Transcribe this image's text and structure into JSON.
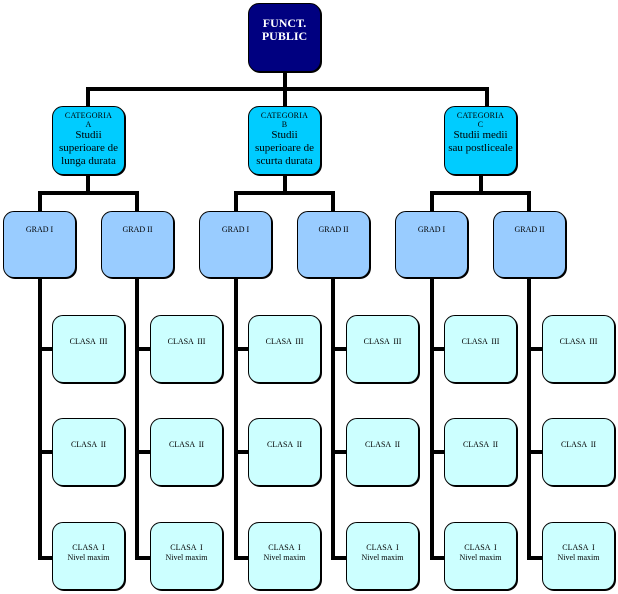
{
  "root": {
    "label_line1": "FUNCT.",
    "label_line2": "PUBLIC"
  },
  "categories": [
    {
      "code_line1": "CATEGORIA",
      "code_line2": "A",
      "desc_line1": "Studii",
      "desc_line2": "superioare de",
      "desc_line3": "lunga durata"
    },
    {
      "code_line1": "CATEGORIA",
      "code_line2": "B",
      "desc_line1": "Studii",
      "desc_line2": "superioare de",
      "desc_line3": "scurta durata"
    },
    {
      "code_line1": "CATEGORIA",
      "code_line2": "C",
      "desc_line1": "Studii medii",
      "desc_line2": "sau postliceale",
      "desc_line3": ""
    }
  ],
  "grades": [
    "GRAD I",
    "GRAD II"
  ],
  "classes": {
    "clasa3": "CLASA  III",
    "clasa2": "CLASA  II",
    "clasa1_line1": "CLASA  I",
    "clasa1_line2": "Nivel maxim"
  },
  "colors": {
    "root": "#000080",
    "category": "#00CCFF",
    "grade": "#99CCFF",
    "clasa": "#CCFFFF",
    "connector": "#000000"
  }
}
